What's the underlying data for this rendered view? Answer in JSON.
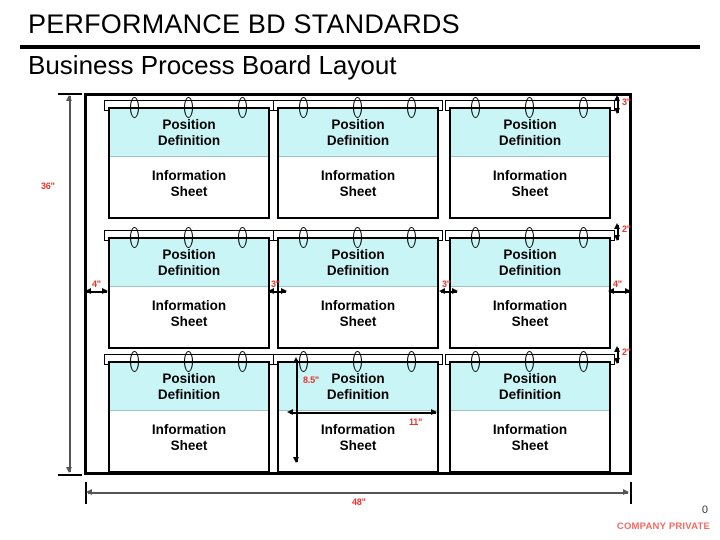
{
  "slide": {
    "title": "PERFORMANCE BD STANDARDS",
    "subtitle": "Business Process Board Layout",
    "page_number": "0",
    "confidential": "COMPANY PRIVATE"
  },
  "board": {
    "card_top_label_line1": "Position",
    "card_top_label_line2": "Definition",
    "card_bottom_label_line1": "Information",
    "card_bottom_label_line2": "Sheet",
    "rows": 3,
    "columns": 3
  },
  "dimensions": {
    "overall_height": "36\"",
    "overall_width": "48\"",
    "left_margin": "4\"",
    "right_margin": "4\"",
    "top_margin": "3\"",
    "row_gap_1": "2\"",
    "row_gap_2": "2\"",
    "col_gap_1": "3\"",
    "col_gap_2": "3\"",
    "card_height": "8.5\"",
    "card_width": "11\""
  },
  "colors": {
    "card_header_fill": "#c9f5f7",
    "dimension_text": "#e8342a",
    "confidential_text": "#f26a63",
    "outline": "#000000"
  }
}
